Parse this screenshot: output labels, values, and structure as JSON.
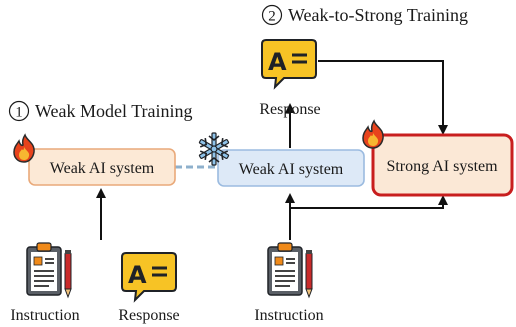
{
  "stage1": {
    "number": "1",
    "title": "Weak Model Training"
  },
  "stage2": {
    "number": "2",
    "title": "Weak-to-Strong Training"
  },
  "boxes": {
    "weak_left": "Weak AI system",
    "weak_mid": "Weak AI system",
    "strong": "Strong AI system"
  },
  "labels": {
    "response_top": "Response",
    "instruction_left": "Instruction",
    "response_bottom": "Response",
    "instruction_right": "Instruction"
  },
  "icons": {
    "chat_bubble_text": "A",
    "fire": "fire-icon",
    "snowflake": "snowflake-icon",
    "clipboard": "clipboard-icon"
  },
  "colors": {
    "weak_fill": "#fce9d6",
    "weak_border": "#e9a97a",
    "frozen_fill": "#dde9f7",
    "frozen_border": "#9bbbe0",
    "strong_fill": "#fbe8d6",
    "strong_border": "#c81e1e",
    "bubble": "#f7c325",
    "arrow": "#111111",
    "dashed_link": "#8eb0cc"
  }
}
